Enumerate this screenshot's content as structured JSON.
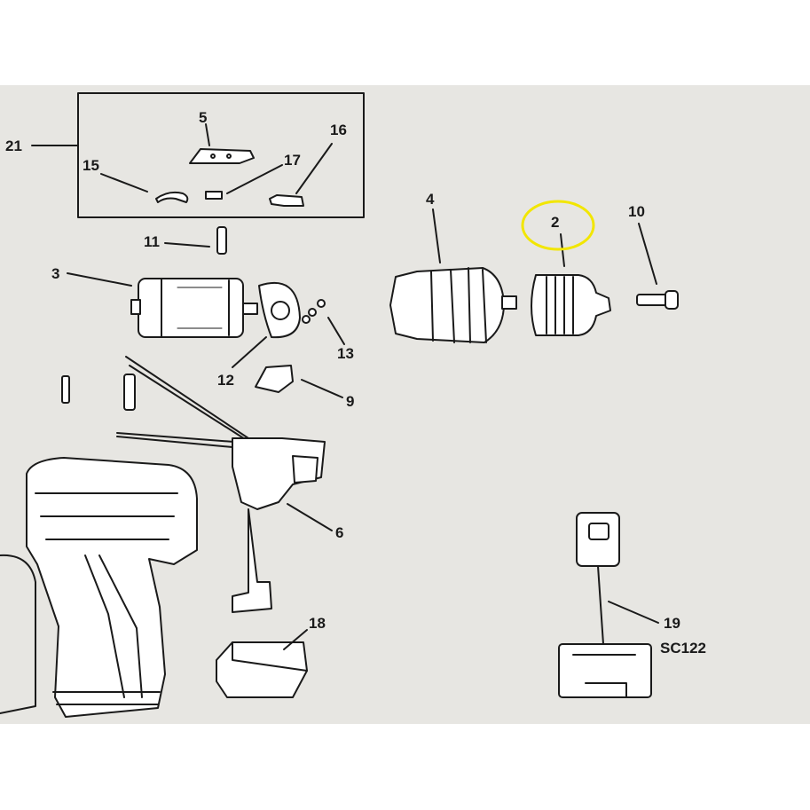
{
  "diagram": {
    "callouts": {
      "c2": "2",
      "c3": "3",
      "c4": "4",
      "c5": "5",
      "c6": "6",
      "c9": "9",
      "c10": "10",
      "c11": "11",
      "c12": "12",
      "c13": "13",
      "c15": "15",
      "c16": "16",
      "c17": "17",
      "c18": "18",
      "c19": "19",
      "c21": "21"
    },
    "charger_model": "SC122",
    "highlight_color": "#f2e600",
    "line_color": "#1a1a1a"
  }
}
